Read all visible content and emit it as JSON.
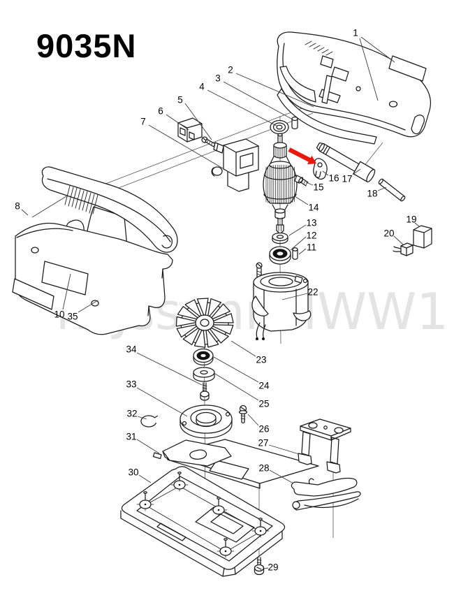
{
  "title": "9035N",
  "watermark": {
    "text": "nsJssunnslWW1",
    "color": "#e4e4e4"
  },
  "colors": {
    "line": "#1a1a1a",
    "callout_line": "#3a3a3a",
    "arrow_red": "#e8180c",
    "text": "#000000",
    "page_bg": "#ffffff"
  },
  "callouts": [
    {
      "n": "1",
      "label": [
        509,
        47
      ],
      "lines": [
        [
          517,
          53,
          565,
          89
        ],
        [
          515,
          55,
          541,
          144
        ]
      ]
    },
    {
      "n": "2",
      "label": [
        330,
        100
      ],
      "lines": [
        [
          338,
          105,
          449,
          153
        ]
      ]
    },
    {
      "n": "3",
      "label": [
        312,
        112
      ],
      "lines": [
        [
          320,
          117,
          419,
          171
        ]
      ]
    },
    {
      "n": "4",
      "label": [
        289,
        124
      ],
      "lines": [
        [
          297,
          129,
          396,
          180
        ]
      ]
    },
    {
      "n": "5",
      "label": [
        258,
        143
      ],
      "lines": [
        [
          265,
          148,
          303,
          200
        ]
      ]
    },
    {
      "n": "6",
      "label": [
        230,
        159
      ],
      "lines": [
        [
          238,
          164,
          270,
          186
        ]
      ]
    },
    {
      "n": "7",
      "label": [
        205,
        174
      ],
      "lines": [
        [
          213,
          179,
          331,
          248
        ]
      ]
    },
    {
      "n": "8",
      "label": [
        25,
        295
      ],
      "lines": [
        [
          31,
          300,
          40,
          308
        ],
        [
          46,
          311,
          95,
          281
        ]
      ]
    },
    {
      "n": "10",
      "label": [
        85,
        450
      ],
      "lines": [
        [
          90,
          443,
          101,
          392
        ]
      ]
    },
    {
      "n": "11",
      "label": [
        446,
        354
      ],
      "lines": [
        [
          438,
          356,
          428,
          364
        ]
      ]
    },
    {
      "n": "12",
      "label": [
        446,
        337
      ],
      "lines": [
        [
          438,
          339,
          416,
          358
        ]
      ]
    },
    {
      "n": "13",
      "label": [
        446,
        319
      ],
      "lines": [
        [
          438,
          322,
          414,
          337
        ]
      ]
    },
    {
      "n": "14",
      "label": [
        449,
        297
      ],
      "lines": [
        [
          441,
          293,
          422,
          281
        ]
      ]
    },
    {
      "n": "15",
      "label": [
        456,
        268
      ],
      "lines": [
        [
          448,
          265,
          438,
          261
        ]
      ]
    },
    {
      "n": "16",
      "label": [
        478,
        255
      ],
      "lines": [
        [
          470,
          251,
          462,
          245
        ]
      ]
    },
    {
      "n": "17",
      "label": [
        497,
        256
      ],
      "lines": [
        [
          505,
          250,
          516,
          242
        ]
      ]
    },
    {
      "n": "18",
      "label": [
        533,
        277
      ],
      "lines": [
        [
          541,
          273,
          553,
          268
        ]
      ]
    },
    {
      "n": "19",
      "label": [
        589,
        314
      ],
      "lines": [
        [
          594,
          319,
          600,
          324
        ]
      ]
    },
    {
      "n": "20",
      "label": [
        557,
        334
      ],
      "lines": [
        [
          564,
          338,
          577,
          350
        ]
      ]
    },
    {
      "n": "22",
      "label": [
        448,
        418
      ],
      "lines": [
        [
          440,
          420,
          404,
          429
        ]
      ]
    },
    {
      "n": "23",
      "label": [
        374,
        515
      ],
      "lines": [
        [
          366,
          510,
          331,
          488
        ]
      ]
    },
    {
      "n": "24",
      "label": [
        378,
        552
      ],
      "lines": [
        [
          370,
          547,
          306,
          511
        ]
      ]
    },
    {
      "n": "25",
      "label": [
        378,
        578
      ],
      "lines": [
        [
          370,
          573,
          308,
          535
        ]
      ]
    },
    {
      "n": "26",
      "label": [
        378,
        614
      ],
      "lines": [
        [
          370,
          609,
          355,
          593
        ]
      ]
    },
    {
      "n": "27",
      "label": [
        377,
        634
      ],
      "lines": [
        [
          385,
          637,
          428,
          650
        ]
      ]
    },
    {
      "n": "28",
      "label": [
        378,
        670
      ],
      "lines": [
        [
          386,
          673,
          420,
          692
        ]
      ]
    },
    {
      "n": "29",
      "label": [
        391,
        812
      ],
      "lines": [
        [
          384,
          813,
          378,
          814
        ]
      ]
    },
    {
      "n": "30",
      "label": [
        191,
        676
      ],
      "lines": [
        [
          199,
          680,
          216,
          691
        ]
      ]
    },
    {
      "n": "31",
      "label": [
        188,
        625
      ],
      "lines": [
        [
          196,
          629,
          228,
          649
        ]
      ]
    },
    {
      "n": "32",
      "label": [
        189,
        592
      ],
      "lines": [
        [
          197,
          596,
          210,
          600
        ]
      ]
    },
    {
      "n": "33",
      "label": [
        188,
        550
      ],
      "lines": [
        [
          196,
          555,
          268,
          596
        ]
      ]
    },
    {
      "n": "34",
      "label": [
        188,
        500
      ],
      "lines": [
        [
          196,
          505,
          289,
          551
        ]
      ]
    },
    {
      "n": "35",
      "label": [
        104,
        453
      ],
      "lines": [
        [
          112,
          447,
          140,
          430
        ]
      ]
    }
  ]
}
